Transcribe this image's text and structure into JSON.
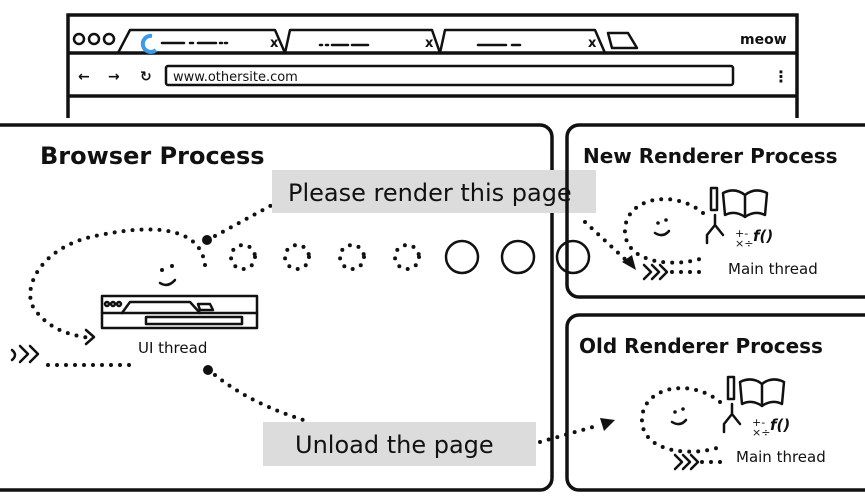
{
  "browser_window": {
    "tabs": [
      {
        "loading_color": "#3a9be8"
      },
      {},
      {}
    ],
    "profile_label": "meow",
    "url": "www.othersite.com"
  },
  "browser_process": {
    "title": "Browser Process",
    "ui_thread_label": "UI thread",
    "message_render": "Please render this page",
    "message_unload": "Unload the page"
  },
  "new_renderer": {
    "title": "New Renderer Process",
    "thread_label": "Main thread"
  },
  "old_renderer": {
    "title": "Old Renderer Process",
    "thread_label": "Main thread"
  },
  "colors": {
    "label_bg": "#dcdcdc",
    "stroke": "#111111",
    "spinner": "#3a9be8"
  }
}
